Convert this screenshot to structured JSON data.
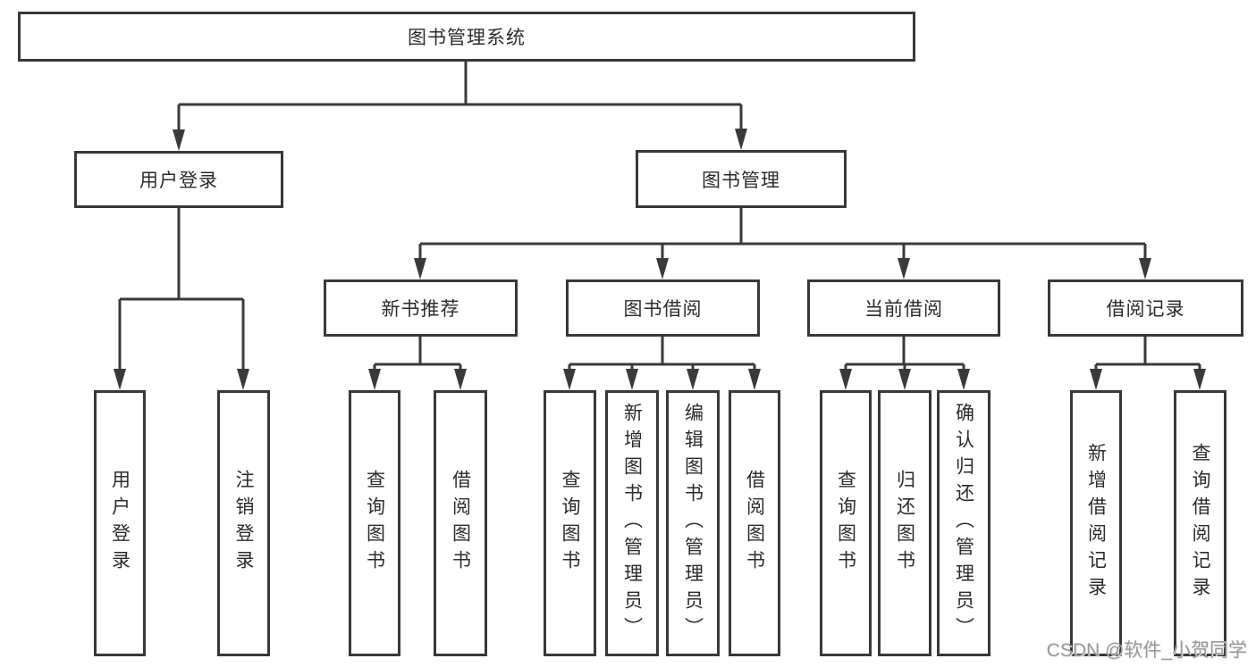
{
  "diagram_title": "图书管理系统",
  "nodes": {
    "root": "图书管理系统",
    "user_login": "用户登录",
    "book_mgmt": "图书管理",
    "new_book_rec": "新书推荐",
    "book_borrow": "图书借阅",
    "current_borrow": "当前借阅",
    "borrow_records": "借阅记录",
    "leaf_user_login": "用户登录",
    "leaf_logout": "注销登录",
    "leaf_query_books_1": "查询图书",
    "leaf_borrow_books_1": "借阅图书",
    "leaf_query_books_2": "查询图书",
    "leaf_add_books": "新增图书（管理员）",
    "leaf_edit_books": "编辑图书（管理员）",
    "leaf_borrow_books_2": "借阅图书",
    "leaf_query_books_3": "查询图书",
    "leaf_return_books": "归还图书",
    "leaf_confirm_return": "确认归还（管理员）",
    "leaf_add_record": "新增借阅记录",
    "leaf_query_record": "查询借阅记录"
  },
  "watermark": {
    "text": "CSDN @软件_小贺同学"
  },
  "colors": {
    "line": "#3a3a3a",
    "border": "#383838",
    "text": "#2b2b2b",
    "background": "#ffffff",
    "watermark": "#989898"
  }
}
